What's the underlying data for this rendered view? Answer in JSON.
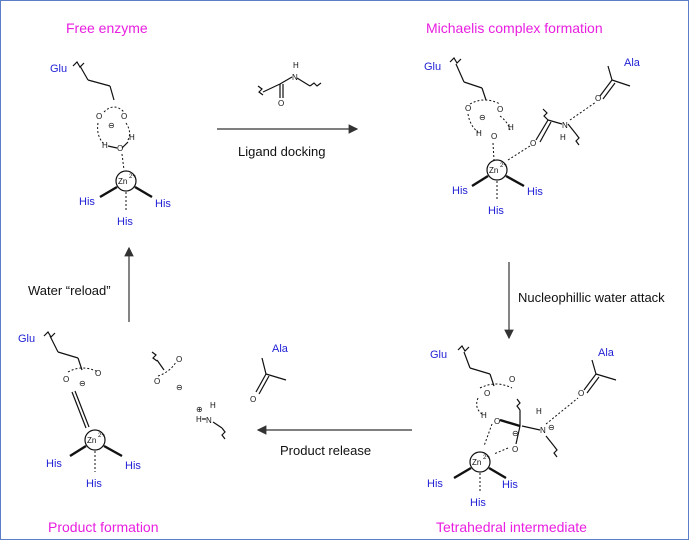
{
  "stages": {
    "free_enzyme": "Free enzyme",
    "michaelis_complex": "Michaelis complex formation",
    "tetrahedral_intermediate": "Tetrahedral intermediate",
    "product_formation": "Product formation"
  },
  "steps": {
    "ligand_docking": "Ligand docking",
    "nucleophilic_attack": "Nucleophillic water attack",
    "product_release": "Product release",
    "water_reload": "Water “reload”"
  },
  "residues": {
    "glu": "Glu",
    "his": "His",
    "ala": "Ala",
    "zn": "Zn",
    "zn_charge": "2+"
  },
  "atoms": {
    "o": "O",
    "h": "H",
    "n": "N",
    "minus": "⊖",
    "plus": "⊕"
  },
  "colors": {
    "stage_title": "#e81ee0",
    "residue_label": "#1f1fd6",
    "frame": "#5b7fc7"
  }
}
